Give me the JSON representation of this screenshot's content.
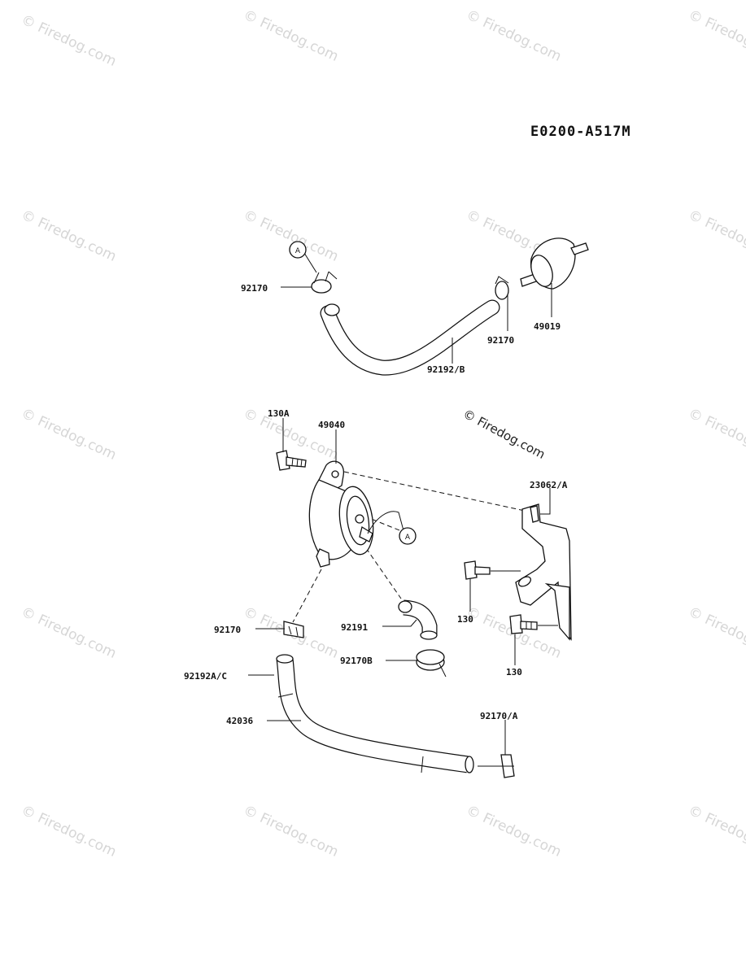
{
  "diagram_code": "E0200-A517M",
  "copyright_note": "© Firedog.com",
  "watermark_text": "© Firedog.com",
  "callout_letter": "A",
  "upper_assembly": {
    "clamp_left": "92170",
    "clamp_right": "92170",
    "fuel_filter": "49019",
    "hose": "92192/B"
  },
  "lower_assembly": {
    "bolt_top": "130A",
    "fuel_pump": "49040",
    "bracket": "23062/A",
    "bolt_upper": "130",
    "bolt_lower": "130",
    "clamp_left": "92170",
    "hose_elbow": "92191",
    "clamp_b": "92170B",
    "hose_a": "92192A/C",
    "hose_long": "42036",
    "clamp_a": "92170/A"
  }
}
